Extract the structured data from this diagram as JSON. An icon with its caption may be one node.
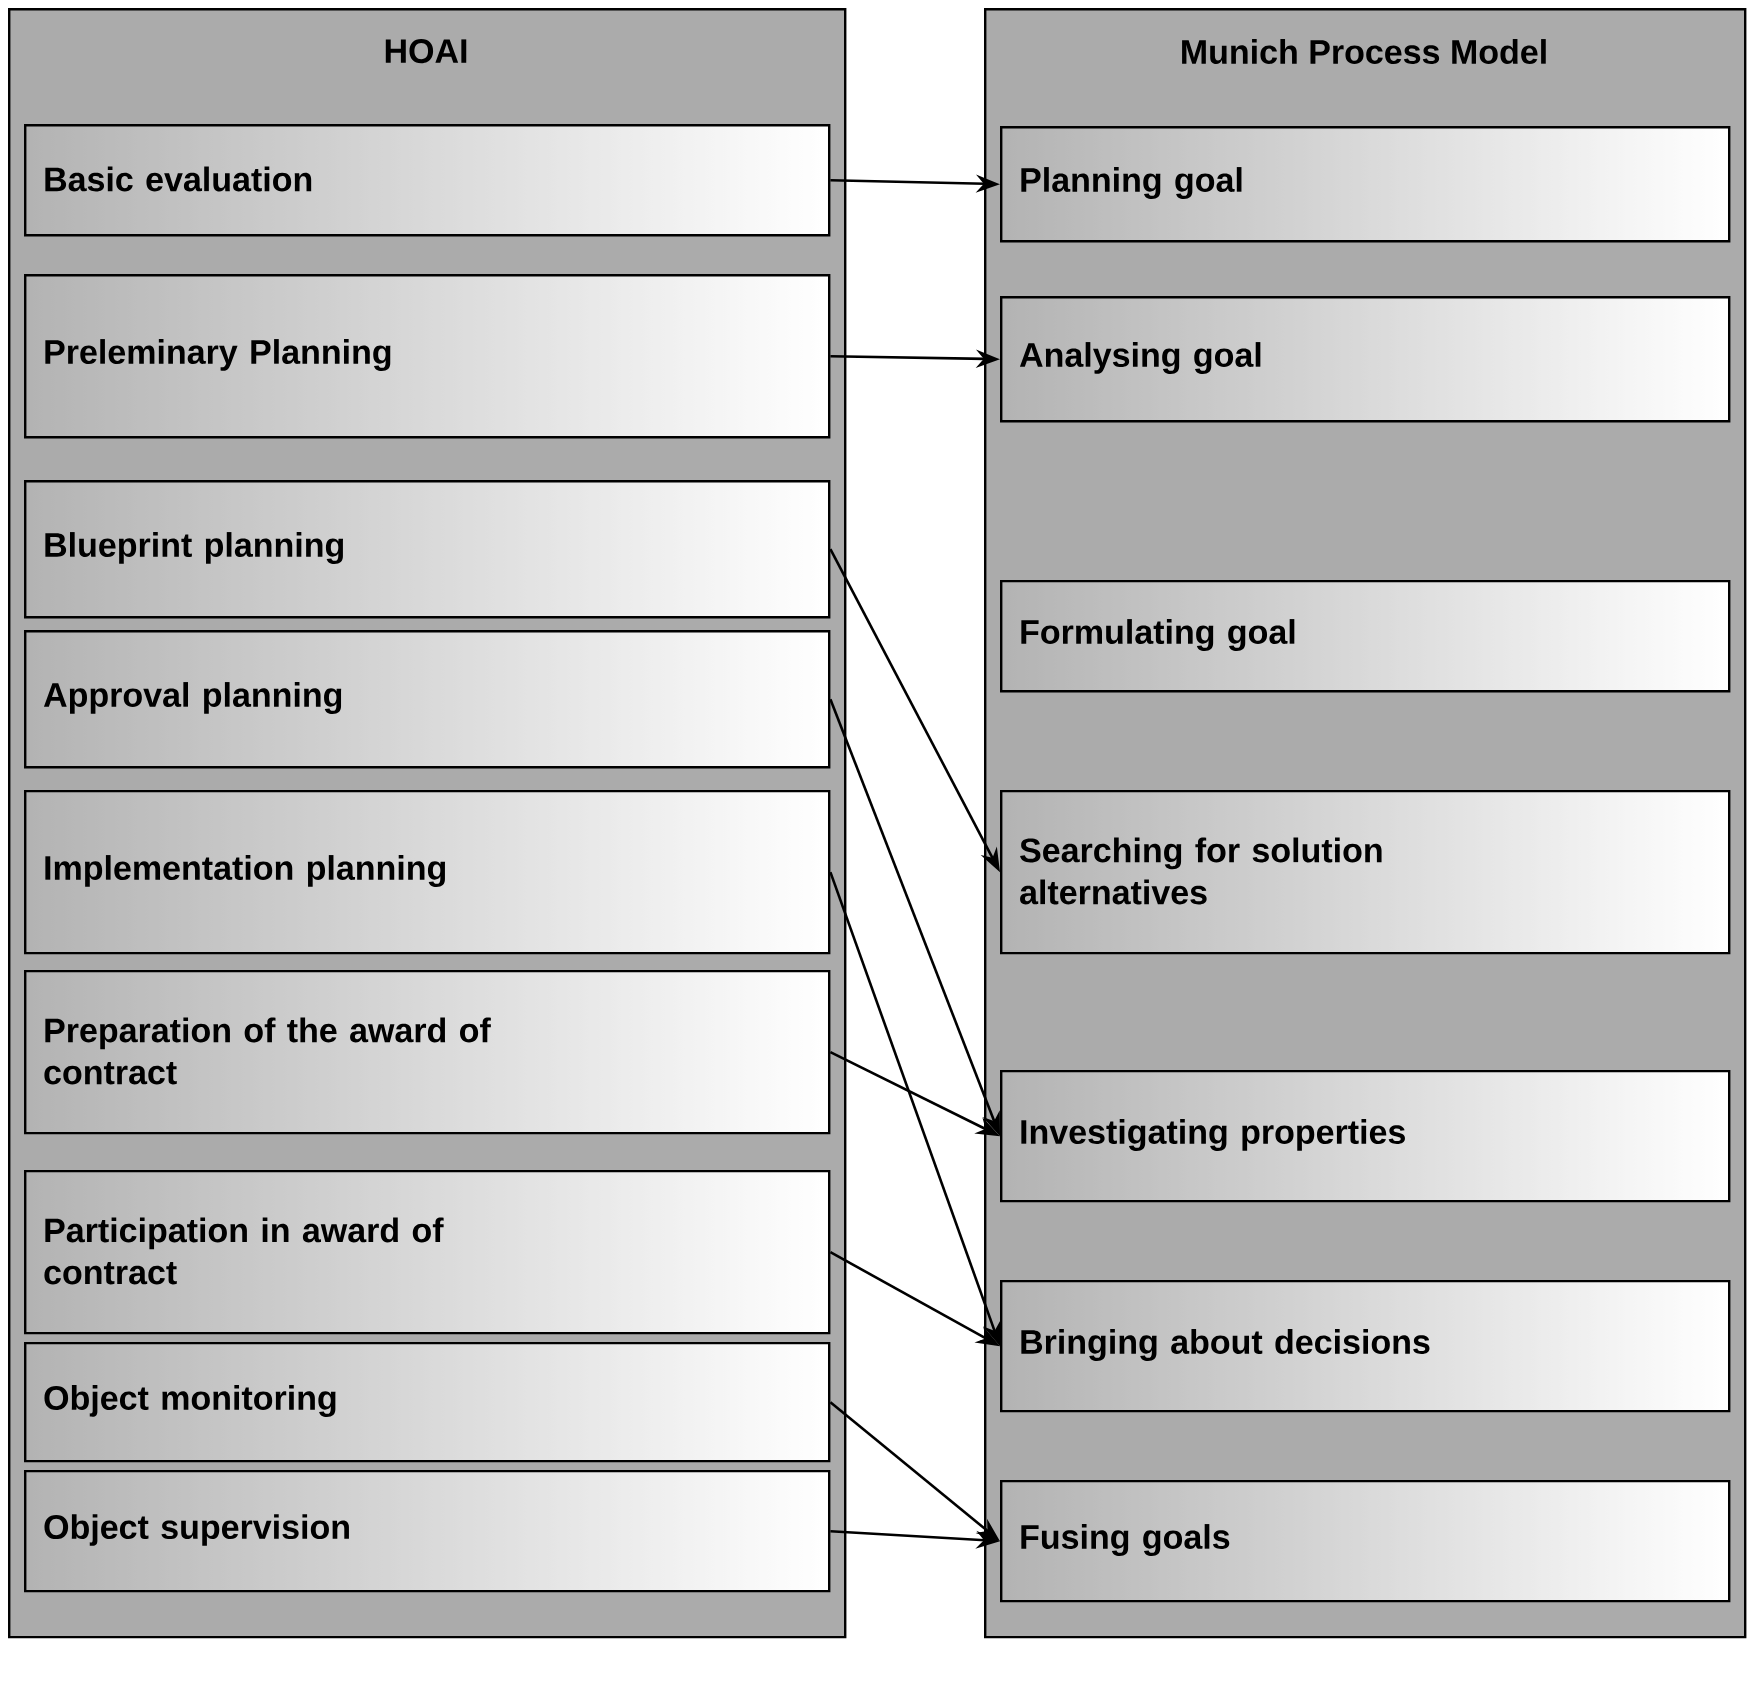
{
  "diagram": {
    "nodes": [
      {
        "text": [
          "HOAI"
        ]
      },
      {
        "text": [
          "Basic evaluation"
        ],
        "in": 0
      },
      {
        "text": [
          "Preleminary Planning"
        ],
        "in": 0
      },
      {
        "text": [
          "Blueprint planning"
        ],
        "in": 0
      },
      {
        "text": [
          "Approval planning"
        ],
        "in": 0
      },
      {
        "text": [
          "Implementation planning"
        ],
        "in": 0
      },
      {
        "text": [
          "Preparation of the award of contract"
        ],
        "in": 0
      },
      {
        "text": [
          "Participation in award of contract"
        ],
        "in": 0
      },
      {
        "text": [
          "Object monitoring"
        ],
        "in": 0
      },
      {
        "text": [
          "Object supervision"
        ],
        "in": 0
      },
      {
        "text": [
          "Munich Process Model"
        ]
      },
      {
        "text": [
          "Planning goal"
        ],
        "in": 10
      },
      {
        "text": [
          "Analysing goal"
        ],
        "in": 10
      },
      {
        "text": [
          "Formulating goal"
        ],
        "in": 10
      },
      {
        "text": [
          "Searching for solution alternatives"
        ],
        "in": 10
      },
      {
        "text": [
          "Investigating properties"
        ],
        "in": 10
      },
      {
        "text": [
          "Bringing about decisions"
        ],
        "in": 10
      },
      {
        "text": [
          "Fusing goals"
        ],
        "in": 10
      }
    ],
    "edges": [
      {
        "from": 1,
        "to": 11,
        "arrow": "to"
      },
      {
        "from": 2,
        "to": 12,
        "arrow": "to"
      },
      {
        "from": 3,
        "to": 14,
        "arrow": "to"
      },
      {
        "from": 4,
        "to": 15,
        "arrow": "to"
      },
      {
        "from": 5,
        "to": 16,
        "arrow": "to"
      },
      {
        "from": 6,
        "to": 15,
        "arrow": "to"
      },
      {
        "from": 7,
        "to": 16,
        "arrow": "to"
      },
      {
        "from": 8,
        "to": 17,
        "arrow": "to"
      },
      {
        "from": 9,
        "to": 17,
        "arrow": "to"
      }
    ]
  }
}
